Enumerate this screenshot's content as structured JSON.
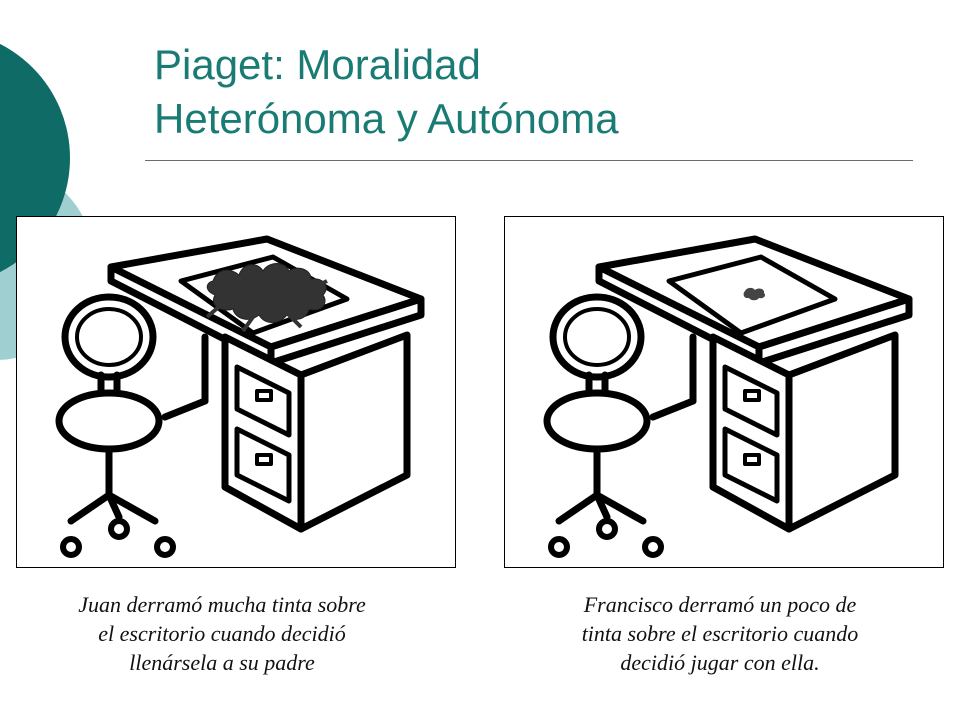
{
  "slide": {
    "title_line1": "Piaget: Moralidad",
    "title_line2": "Heterónoma y Autónoma",
    "accent_dark": "#0e6b66",
    "accent_light": "#9fcfd0",
    "title_color": "#1a7b74"
  },
  "panels": [
    {
      "caption": "Juan derramó mucha tinta sobre el escritorio cuando decidió llenársela a su padre",
      "ink_spill": "large",
      "illustration": "desk-and-chair"
    },
    {
      "caption": "Francisco derramó un poco de tinta sobre el escritorio cuando decidió jugar con ella.",
      "ink_spill": "small",
      "illustration": "desk-and-chair"
    }
  ]
}
